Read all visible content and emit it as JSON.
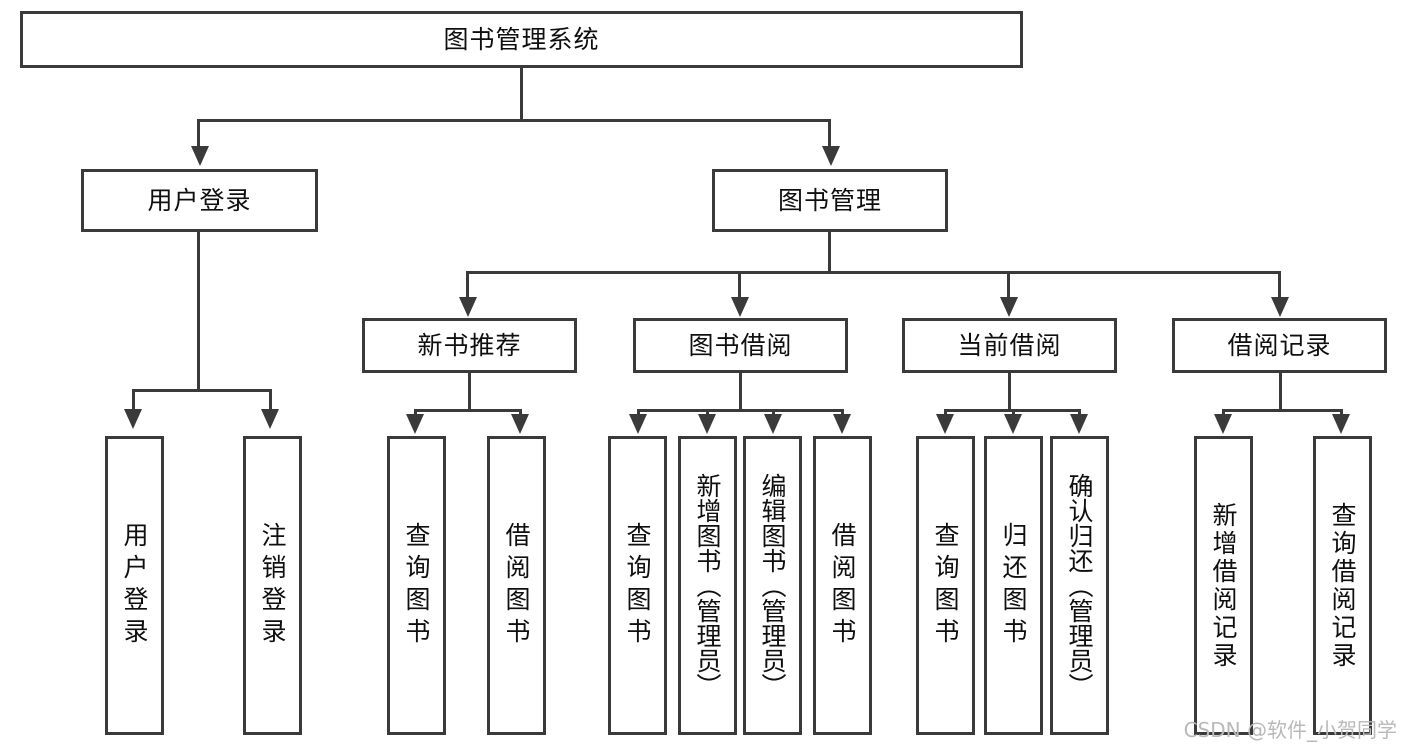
{
  "diagram": {
    "title_node": {
      "label": "图书管理系统"
    },
    "level2": [
      {
        "id": "user-login",
        "label": "用户登录"
      },
      {
        "id": "book-management",
        "label": "图书管理"
      }
    ],
    "level3": [
      {
        "id": "new-book-recommend",
        "label": "新书推荐"
      },
      {
        "id": "book-borrow",
        "label": "图书借阅"
      },
      {
        "id": "current-borrow",
        "label": "当前借阅"
      },
      {
        "id": "borrow-record",
        "label": "借阅记录"
      }
    ],
    "leaves": {
      "user_login": [
        {
          "id": "leaf-user-login",
          "label": "用户登录"
        },
        {
          "id": "leaf-logout-login",
          "label": "注销登录"
        }
      ],
      "new_book_recommend": [
        {
          "id": "leaf-query-book-1",
          "label": "查询图书"
        },
        {
          "id": "leaf-borrow-book-1",
          "label": "借阅图书"
        }
      ],
      "book_borrow": [
        {
          "id": "leaf-query-book-2",
          "label": "查询图书"
        },
        {
          "id": "leaf-add-book",
          "label": "新增图书（管理员）"
        },
        {
          "id": "leaf-edit-book",
          "label": "编辑图书（管理员）"
        },
        {
          "id": "leaf-borrow-book-2",
          "label": "借阅图书"
        }
      ],
      "current_borrow": [
        {
          "id": "leaf-query-book-3",
          "label": "查询图书"
        },
        {
          "id": "leaf-return-book",
          "label": "归还图书"
        },
        {
          "id": "leaf-confirm-return",
          "label": "确认归还（管理员）"
        }
      ],
      "borrow_record": [
        {
          "id": "leaf-add-record",
          "label": "新增借阅记录"
        },
        {
          "id": "leaf-query-record",
          "label": "查询借阅记录"
        }
      ]
    }
  },
  "watermark": {
    "text": "CSDN @软件_小贺同学"
  },
  "colors": {
    "line": "#3a3a3a",
    "box_border": "#3a3a3a",
    "background": "#ffffff",
    "text": "#0f0f0f",
    "watermark": "#b9b9b9"
  }
}
